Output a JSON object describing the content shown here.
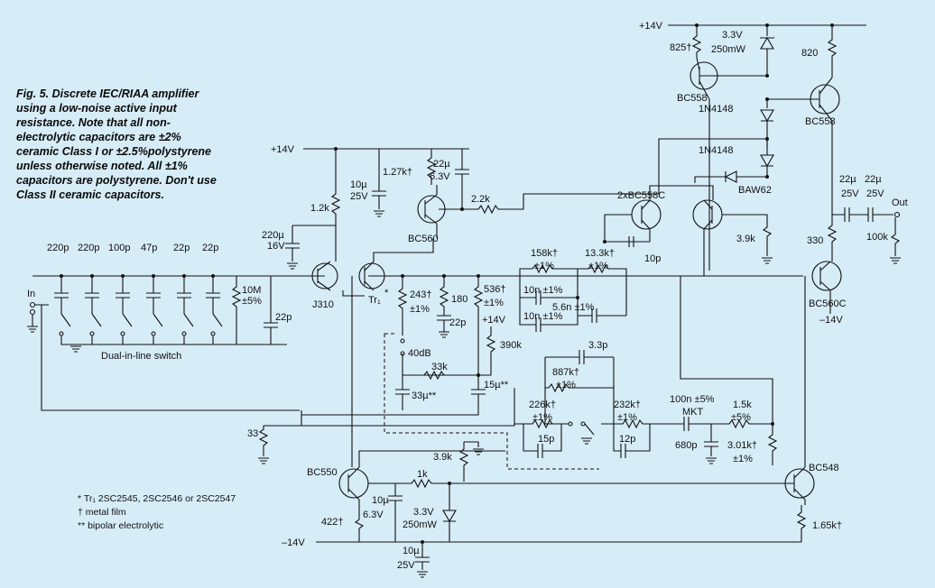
{
  "caption": [
    "Fig. 5. Discrete IEC/RIAA amplifier",
    "using a low-noise active input",
    "resistance. Note that all non-",
    "electrolytic capacitors are ±2%",
    "ceramic Class I or ±2.5%polystyrene",
    "unless otherwise noted. All ±1%",
    "capacitors are polystyrene. Don't use",
    "Class II ceramic capacitors."
  ],
  "footnotes": [
    "* Tr₁ 2SC2545, 2SC2546 or 2SC2547",
    "† metal film",
    "** bipolar electrolytic"
  ],
  "rails": {
    "pos_top": "+14V",
    "pos_mid": "+14V",
    "pos_small": "+14V",
    "neg_right": "–14V",
    "neg_bottom": "–14V"
  },
  "io": {
    "input": "In",
    "output": "Out",
    "switch": "Dual-in-line switch"
  },
  "transistors": {
    "j310": "J310",
    "tr1": "Tr₁",
    "tr1_star": "*",
    "bc560": "BC560",
    "bc558_top": "BC558",
    "bc558_right": "BC558",
    "bc558c": "2xBC558C",
    "bc560c": "BC560C",
    "bc550": "BC550",
    "bc548": "BC548"
  },
  "diodes": {
    "zener_top_v": "3.3V",
    "zener_top_p": "250mW",
    "d1": "1N4148",
    "d2": "1N4148",
    "baw62": "BAW62",
    "zener_bot_v": "3.3V",
    "zener_bot_p": "250mW"
  },
  "input_caps": [
    "220p",
    "220p",
    "100p",
    "47p",
    "22p",
    "22p"
  ],
  "labels": {
    "r_825": "825†",
    "r_820": "820",
    "r_127k": "1.27k†",
    "c_22u_a": "22µ",
    "c_63v_a": "6.3V",
    "c_10u_a": "10µ",
    "c_25v_a": "25V",
    "r_12k": "1.2k",
    "r_22k": "2.2k",
    "c_220u": "220µ",
    "c_16v": "16V",
    "r_10m_a": "10M",
    "r_10m_b": "±5%",
    "c_22p_in": "22p",
    "r_243": "243†",
    "r_243t": "±1%",
    "r_180": "180",
    "c_22p_tr": "22p",
    "r_536": "536†",
    "r_536t": "±1%",
    "r_158k": "158k†",
    "r_158kt": "±1%",
    "r_133k": "13.3k†",
    "r_133kt": "±1%",
    "c_10n_a": "10n ±1%",
    "c_10n_b": "10n ±1%",
    "c_56n": "5.6n ±1%",
    "c_10p": "10p",
    "r_39k_top": "3.9k",
    "r_330": "330",
    "c_22u_b": "22µ",
    "c_25v_b": "25V",
    "c_22u_c": "22µ",
    "c_25v_c": "25V",
    "r_100k": "100k",
    "v_14": "+14V",
    "r_390k": "390k",
    "sw_40db": "40dB",
    "r_33k": "33k",
    "c_33u": "33µ**",
    "c_15u": "15µ**",
    "c_33p": "3.3p",
    "r_887k": "887k†",
    "r_887kt": "±1%",
    "r_226k": "226k†",
    "r_226kt": "±1%",
    "r_232k": "232k†",
    "r_232kt": "±1%",
    "c_15p": "15p",
    "c_12p": "12p",
    "c_100n": "100n ±5%",
    "c_mkt": "MKT",
    "c_680p": "680p",
    "r_15k": "1.5k",
    "r_15kt": "±5%",
    "r_301k": "3.01k†",
    "r_301kt": "±1%",
    "r_33": "33",
    "r_39k_bot": "3.9k",
    "r_1k": "1k",
    "c_10u_b": "10µ",
    "c_63v_b": "6.3V",
    "r_422": "422†",
    "c_10u_c": "10µ",
    "c_25v_c2": "25V",
    "r_165k": "1.65k†"
  }
}
